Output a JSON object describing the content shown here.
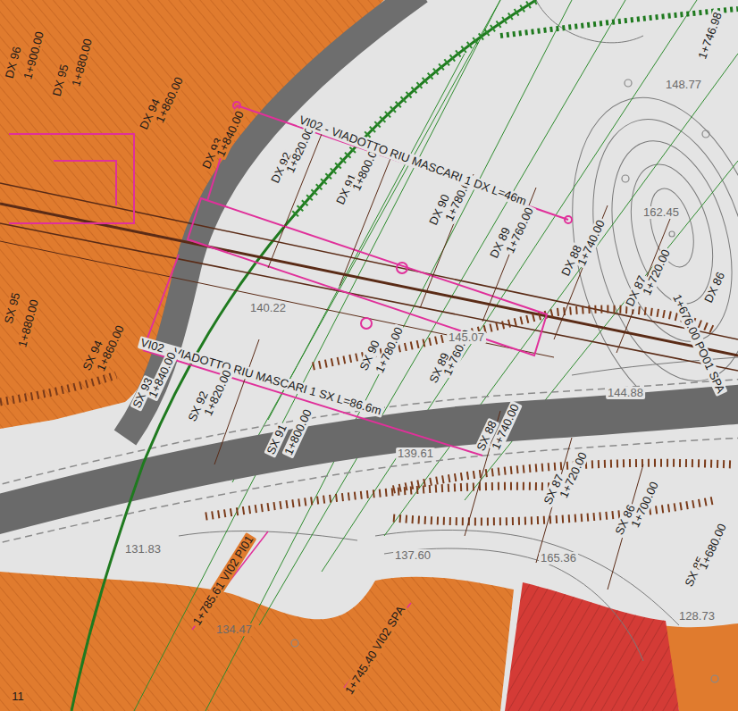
{
  "diagram": {
    "labels": [
      "DX 96",
      "1+900.00",
      "DX 95",
      "1+880.00",
      "DX 94",
      "1+860.00",
      "DX 93",
      "1+840.00",
      "DX 92",
      "1+820.00",
      "DX 91",
      "1+800.00",
      "DX 90",
      "1+780.00",
      "DX 89",
      "1+760.00",
      "DX 88",
      "1+740.00",
      "DX 87",
      "1+720.00",
      "DX 86",
      "1+746.98",
      "1+676.00 PO01 SPA",
      "VI02 - VIADOTTO RIU MASCARI 1 DX L=46m",
      "VI02 - VIADOTTO RIU MASCARI 1 SX L=86.6m",
      "SX 95",
      "1+880.00",
      "SX 94",
      "1+860.00",
      "SX 93",
      "1+840.00",
      "SX 92",
      "1+820.00",
      "SX 91",
      "1+800.00",
      "SX 90",
      "1+780.00",
      "SX 89",
      "1+760.00",
      "SX 88",
      "1+740.00",
      "SX 87",
      "1+720.00",
      "SX 86",
      "1+700.00",
      "SX 85",
      "1+680.00",
      "148.77",
      "162.45",
      "140.22",
      "145.07",
      "139.61",
      "144.88",
      "131.83",
      "137.60",
      "165.36",
      "134.47",
      "128.73",
      "11",
      "1+785.61 VI02 PI01",
      "1+745.40 VI02 SPA"
    ]
  }
}
